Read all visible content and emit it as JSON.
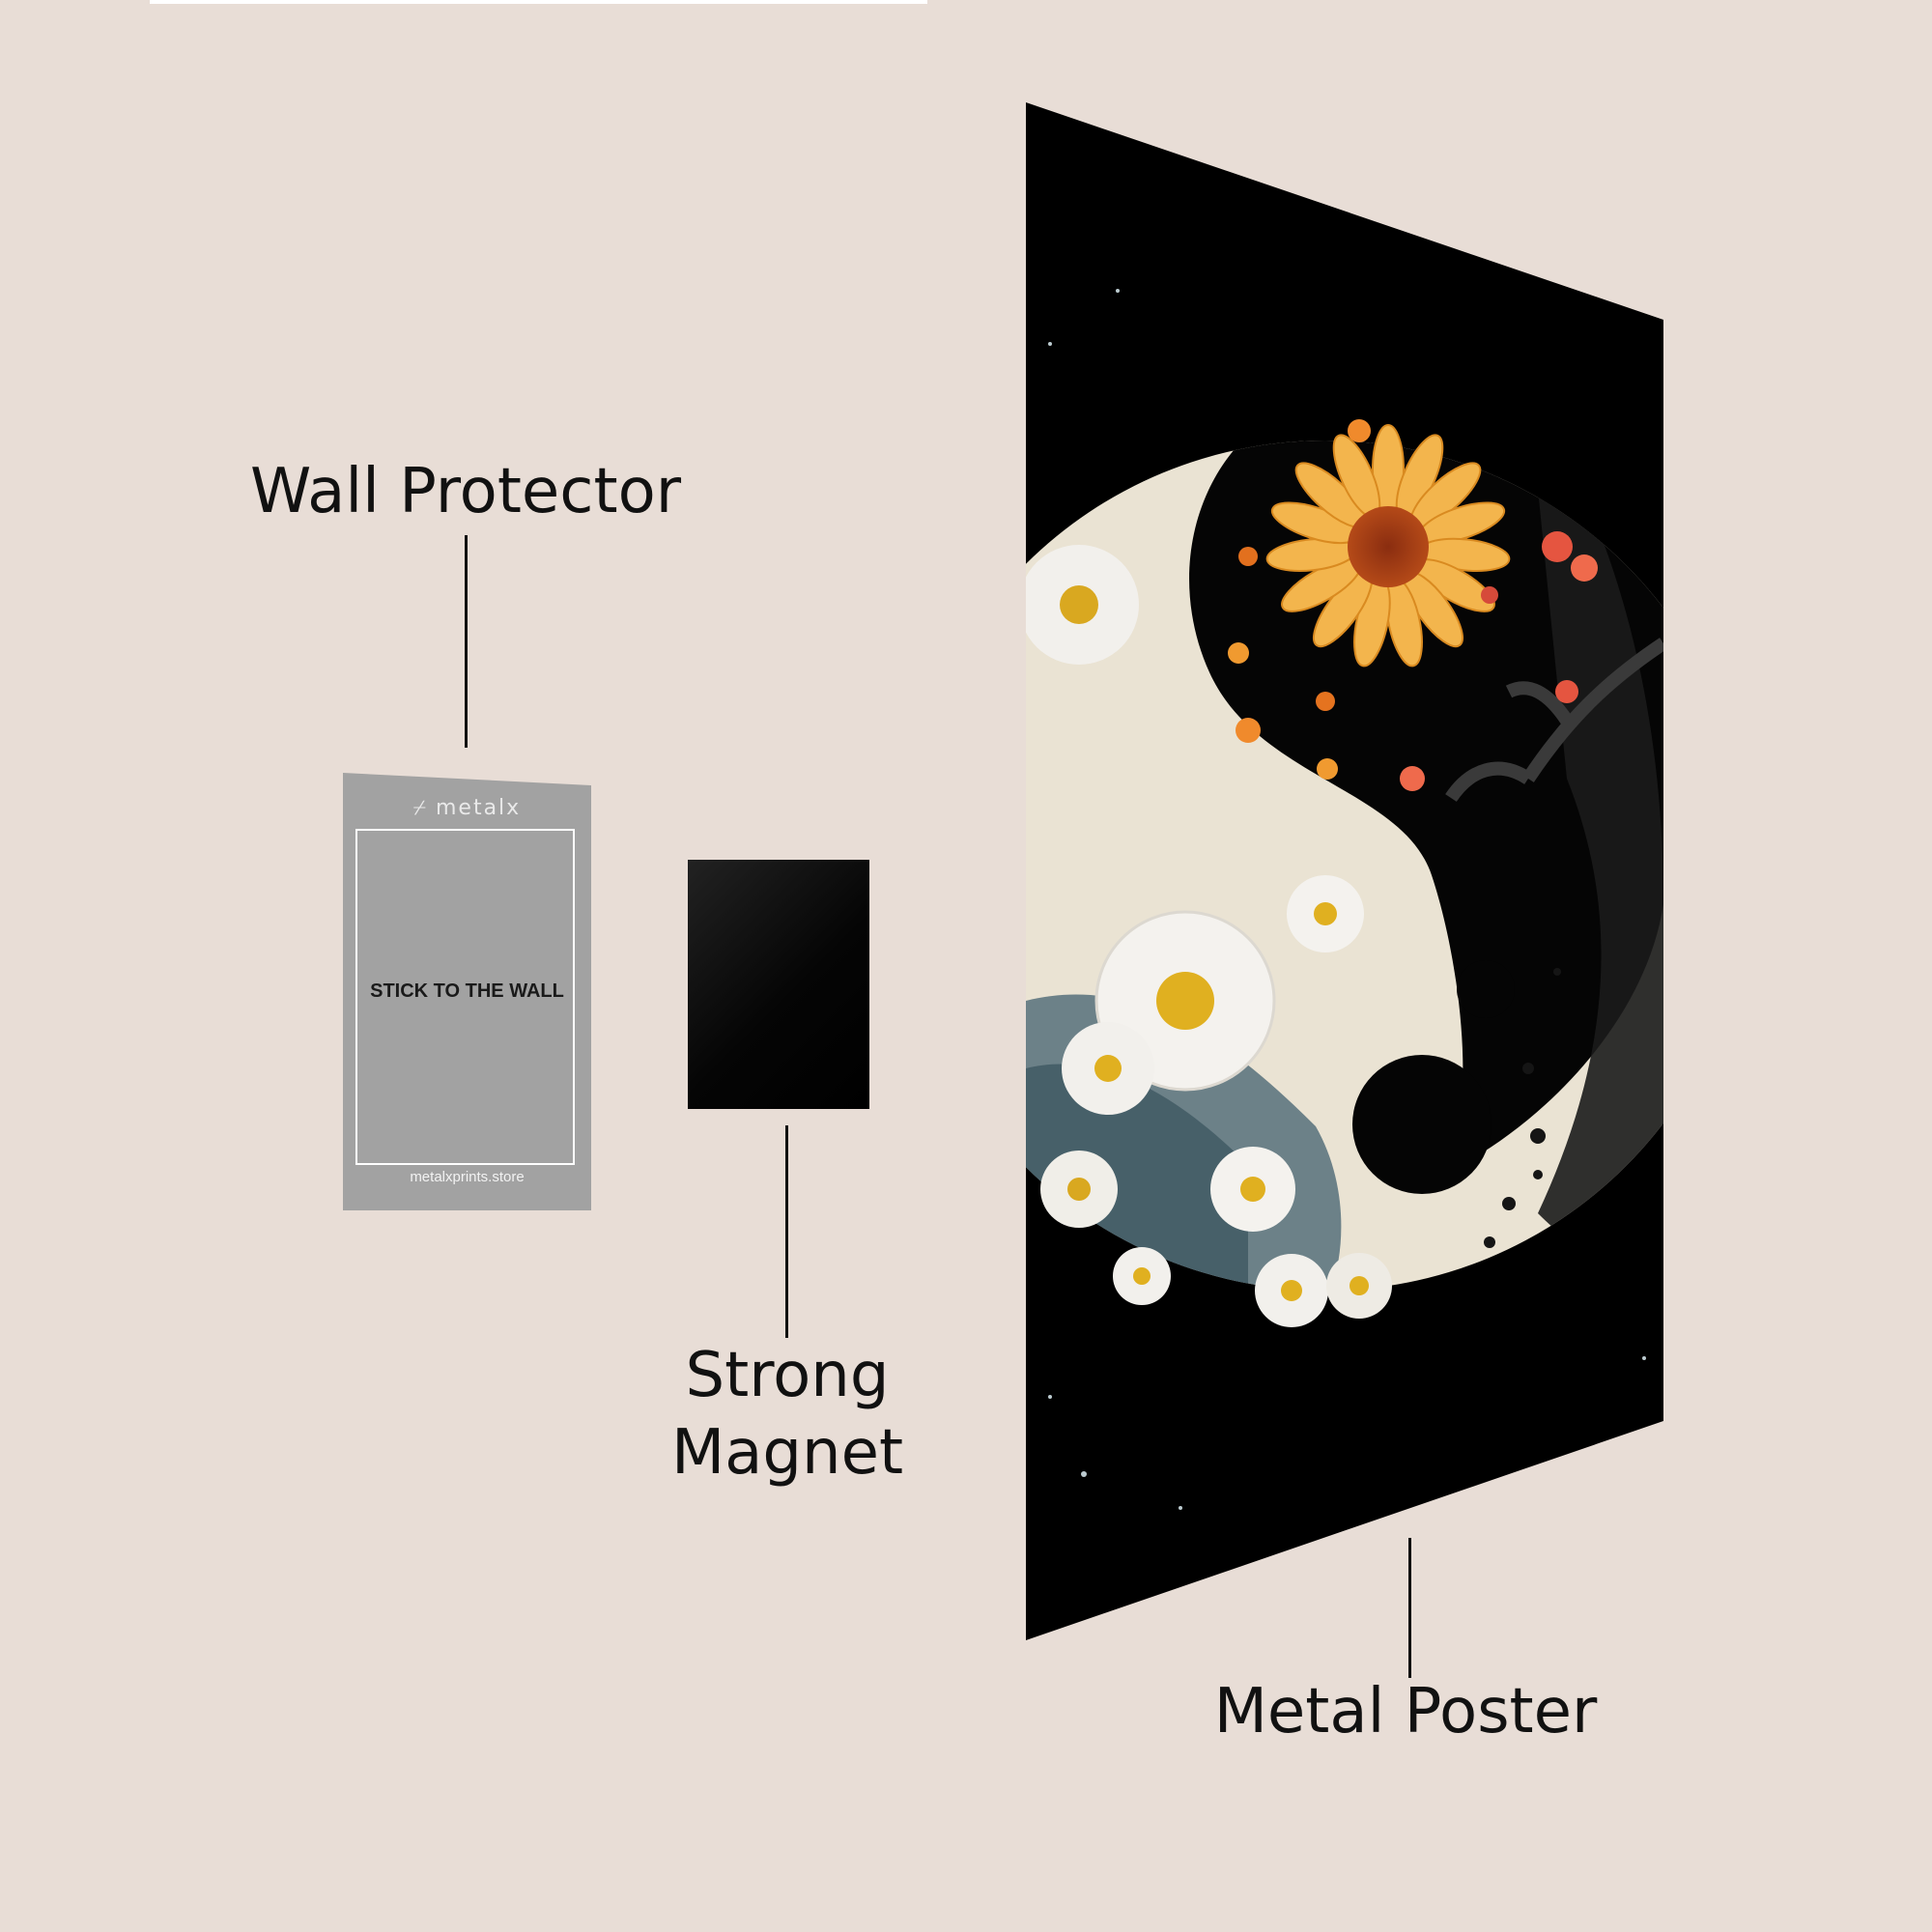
{
  "labels": {
    "wall_protector": "Wall Protector",
    "magnet_line1": "Strong",
    "magnet_line2": "Magnet",
    "metal_poster": "Metal Poster"
  },
  "wall_protector_card": {
    "logo": "metalx",
    "logo_icon": "metalx-logo-icon",
    "text": "STICK TO THE WALL",
    "url": "metalxprints.store"
  },
  "colors": {
    "background": "#e8ddd6",
    "protector": "#a2a2a2",
    "magnet": "#050505",
    "poster": "#000000",
    "yin_light": "#ece4d2",
    "sunflower": "#f0a030"
  },
  "poster_artwork": "floral-yin-yang-illustration"
}
